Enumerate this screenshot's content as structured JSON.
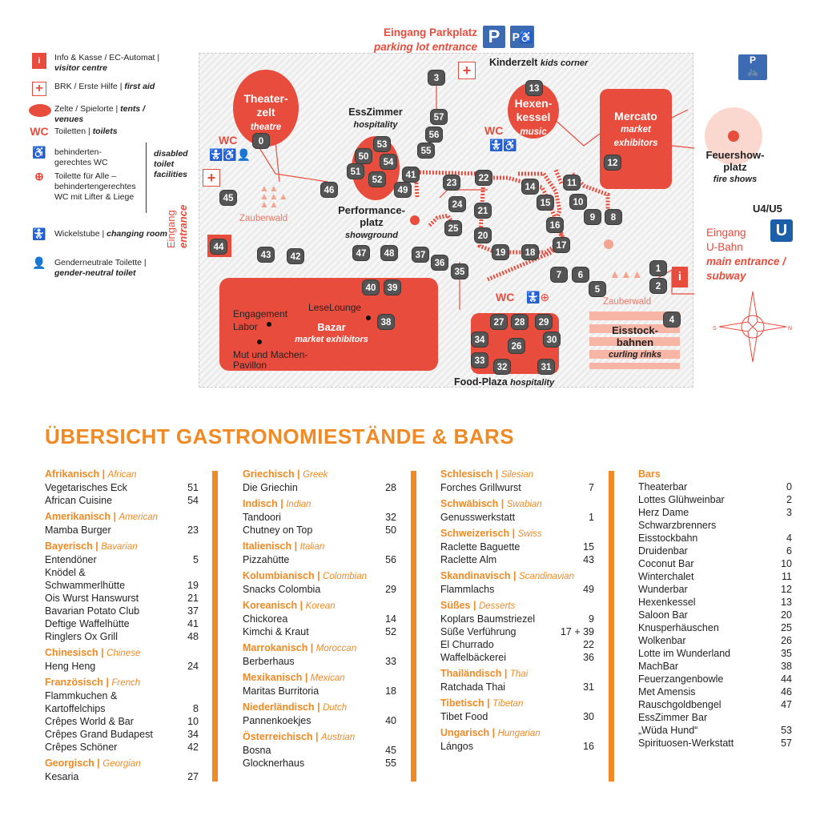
{
  "legend": [
    {
      "icon": "info-icon",
      "glyph": "i",
      "de": "Info & Kasse / EC-Automat |",
      "en": "visitor centre"
    },
    {
      "icon": "first-aid-icon",
      "glyph": "+",
      "de": "BRK / Erste Hilfe |",
      "en": "first aid"
    },
    {
      "icon": "tent-venue-icon",
      "glyph": "",
      "de": "Zelte / Spielorte |",
      "en": "tents / venues"
    },
    {
      "icon": "wc-icon",
      "glyph": "WC",
      "de": "Toiletten |",
      "en": "toilets"
    },
    {
      "icon": "wheelchair-icon",
      "glyph": "♿",
      "de": "behinderten-\ngerechtes WC",
      "en": ""
    },
    {
      "icon": "toilet-for-all-icon",
      "glyph": "⊕",
      "de": "Toilette für Alle –\nbehindertengerechtes\nWC mit Lifter & Liege",
      "en": ""
    },
    {
      "icon": "changing-room-icon",
      "glyph": "🚼",
      "de": "Wickelstube |",
      "en": "changing room"
    },
    {
      "icon": "gender-neutral-icon",
      "glyph": "👤",
      "de": "Genderneutrale Toilette |",
      "en": "gender-neutral toilet"
    }
  ],
  "disabled_note": "disabled\ntoilet\nfacilities",
  "map": {
    "parking_entrance": "Eingang Parkplatz",
    "parking_entrance_en": "parking lot entrance",
    "parking_sign": "P",
    "bike_parking": "P",
    "entrance_left": "Eingang",
    "entrance_left_en": "entrance",
    "theatre": "Theater-\nzelt",
    "theatre_en": "theatre",
    "esszimmer": "EssZimmer",
    "esszimmer_en": "hospitality",
    "kinderzelt": "Kinderzelt",
    "kinderzelt_en": "kids corner",
    "hexenkessel": "Hexen-\nkessel",
    "hexenkessel_en": "music",
    "mercato": "Mercato",
    "mercato_en": "market\nexhibitors",
    "feuershow": "Feuershow-\nplatz",
    "feuershow_en": "fire shows",
    "subway_lines": "U4/U5",
    "subway_sign": "U",
    "subway_entrance": "Eingang\nU-Bahn",
    "subway_entrance_en": "main entrance /\nsubway",
    "performance": "Performance-\nplatz",
    "performance_en": "showground",
    "zauberwald": "Zauberwald",
    "bazar": "Bazar",
    "bazar_en": "market exhibitors",
    "engagement": "Engagement\nLabor",
    "leselounge": "LeseLounge",
    "mut": "Mut und Machen-\nPavillon",
    "foodplaza": "Food-Plaza",
    "foodplaza_en": "hospitality",
    "eisstock": "Eisstock-\nbahnen",
    "eisstock_en": "curling rinks",
    "wc": "WC",
    "info": "i",
    "compass": {
      "s": "S",
      "n": "N"
    },
    "markers": [
      "0",
      "1",
      "2",
      "3",
      "4",
      "5",
      "6",
      "7",
      "8",
      "9",
      "10",
      "11",
      "12",
      "13",
      "14",
      "15",
      "16",
      "17",
      "18",
      "19",
      "20",
      "21",
      "22",
      "23",
      "24",
      "25",
      "26",
      "27",
      "28",
      "29",
      "30",
      "31",
      "32",
      "33",
      "34",
      "35",
      "36",
      "37",
      "38",
      "39",
      "40",
      "41",
      "42",
      "43",
      "44",
      "45",
      "46",
      "47",
      "48",
      "49",
      "50",
      "51",
      "52",
      "53",
      "54",
      "55",
      "56",
      "57"
    ]
  },
  "title": "ÜBERSICHT GASTRONOMIESTÄNDE & BARS",
  "columns": [
    [
      {
        "de": "Afrikanisch",
        "en": "African",
        "items": [
          [
            "Vegetarisches Eck",
            "51"
          ],
          [
            "African Cuisine",
            "54"
          ]
        ]
      },
      {
        "de": "Amerikanisch",
        "en": "American",
        "items": [
          [
            "Mamba Burger",
            "23"
          ]
        ]
      },
      {
        "de": "Bayerisch",
        "en": "Bavarian",
        "items": [
          [
            "Entendöner",
            "5"
          ],
          [
            "Knödel &\nSchwammerlhütte",
            "19"
          ],
          [
            "Ois Wurst Hanswurst",
            "21"
          ],
          [
            "Bavarian Potato Club",
            "37"
          ],
          [
            "Deftige Waffelhütte",
            "41"
          ],
          [
            "Ringlers Ox Grill",
            "48"
          ]
        ]
      },
      {
        "de": "Chinesisch",
        "en": "Chinese",
        "items": [
          [
            "Heng Heng",
            "24"
          ]
        ]
      },
      {
        "de": "Französisch",
        "en": "French",
        "items": [
          [
            "Flammkuchen &\nKartoffelchips",
            "8"
          ],
          [
            "Crêpes World & Bar",
            "10"
          ],
          [
            "Crêpes Grand Budapest",
            "34"
          ],
          [
            "Crêpes Schöner",
            "42"
          ]
        ]
      },
      {
        "de": "Georgisch",
        "en": "Georgian",
        "items": [
          [
            "Kesaria",
            "27"
          ]
        ]
      }
    ],
    [
      {
        "de": "Griechisch",
        "en": "Greek",
        "items": [
          [
            "Die Griechin",
            "28"
          ]
        ]
      },
      {
        "de": "Indisch",
        "en": "Indian",
        "items": [
          [
            "Tandoori",
            "32"
          ],
          [
            "Chutney on Top",
            "50"
          ]
        ]
      },
      {
        "de": "Italienisch",
        "en": "Italian",
        "items": [
          [
            "Pizzahütte",
            "56"
          ]
        ]
      },
      {
        "de": "Kolumbianisch",
        "en": "Colombian",
        "items": [
          [
            "Snacks Colombia",
            "29"
          ]
        ]
      },
      {
        "de": "Koreanisch",
        "en": "Korean",
        "items": [
          [
            "Chickorea",
            "14"
          ],
          [
            "Kimchi & Kraut",
            "52"
          ]
        ]
      },
      {
        "de": "Marrokanisch",
        "en": "Moroccan",
        "items": [
          [
            "Berberhaus",
            "33"
          ]
        ]
      },
      {
        "de": "Mexikanisch",
        "en": "Mexican",
        "items": [
          [
            "Maritas Burritoria",
            "18"
          ]
        ]
      },
      {
        "de": "Niederländisch",
        "en": "Dutch",
        "items": [
          [
            "Pannenkoekjes",
            "40"
          ]
        ]
      },
      {
        "de": "Österreichisch",
        "en": "Austrian",
        "items": [
          [
            "Bosna",
            "45"
          ],
          [
            "Glocknerhaus",
            "55"
          ]
        ]
      }
    ],
    [
      {
        "de": "Schlesisch",
        "en": "Silesian",
        "items": [
          [
            "Forches Grillwurst",
            "7"
          ]
        ]
      },
      {
        "de": "Schwäbisch",
        "en": "Swabian",
        "items": [
          [
            "Genusswerkstatt",
            "1"
          ]
        ]
      },
      {
        "de": "Schweizerisch",
        "en": "Swiss",
        "items": [
          [
            "Raclette Baguette",
            "15"
          ],
          [
            "Raclette Alm",
            "43"
          ]
        ]
      },
      {
        "de": "Skandinavisch",
        "en": "Scandinavian",
        "items": [
          [
            "Flammlachs",
            "49"
          ]
        ]
      },
      {
        "de": "Süßes",
        "en": "Desserts",
        "items": [
          [
            "Koplars Baumstriezel",
            "9"
          ],
          [
            "Süße Verführung",
            "17 + 39"
          ],
          [
            "El Churrado",
            "22"
          ],
          [
            "Waffelbäckerei",
            "36"
          ]
        ]
      },
      {
        "de": "Thailändisch",
        "en": "Thai",
        "items": [
          [
            "Ratchada Thai",
            "31"
          ]
        ]
      },
      {
        "de": "Tibetisch",
        "en": "Tibetan",
        "items": [
          [
            "Tibet Food",
            "30"
          ]
        ]
      },
      {
        "de": "Ungarisch",
        "en": "Hungarian",
        "items": [
          [
            "Lángos",
            "16"
          ]
        ]
      }
    ],
    [
      {
        "de": "Bars",
        "en": "",
        "items": [
          [
            "Theaterbar",
            "0"
          ],
          [
            "Lottes Glühweinbar",
            "2"
          ],
          [
            "Herz Dame",
            "3"
          ],
          [
            "Schwarzbrenners\nEisstockbahn",
            "4"
          ],
          [
            "Druidenbar",
            "6"
          ],
          [
            "Coconut Bar",
            "10"
          ],
          [
            "Winterchalet",
            "11"
          ],
          [
            "Wunderbar",
            "12"
          ],
          [
            "Hexenkessel",
            "13"
          ],
          [
            "Saloon Bar",
            "20"
          ],
          [
            "Knusperhäuschen",
            "25"
          ],
          [
            "Wolkenbar",
            "26"
          ],
          [
            "Lotte im Wunderland",
            "35"
          ],
          [
            "MachBar",
            "38"
          ],
          [
            "Feuerzangenbowle",
            "44"
          ],
          [
            "Met Amensis",
            "46"
          ],
          [
            "Rauschgoldbengel",
            "47"
          ],
          [
            "EssZimmer Bar\n„Wüda Hund“",
            "53"
          ],
          [
            "Spirituosen-Werkstatt",
            "57"
          ]
        ]
      }
    ]
  ]
}
